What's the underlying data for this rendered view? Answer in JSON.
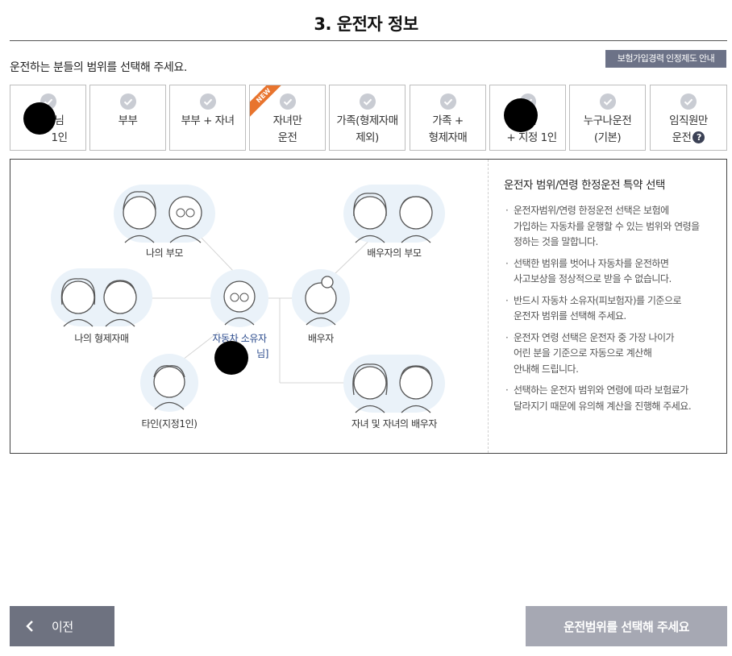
{
  "header": {
    "title": "3. 운전자 정보"
  },
  "instruction": "운전하는 분들의 범위를 선택해 주세요.",
  "notice_button": "보험가입경력 인정제도 안내",
  "options": [
    {
      "label": "님\n1인"
    },
    {
      "label": "부부"
    },
    {
      "label": "부부 + 자녀"
    },
    {
      "label": "자녀만\n운전",
      "badge": "NEW"
    },
    {
      "label": "가족(형제자매\n제외)"
    },
    {
      "label": "가족 +\n형제자매"
    },
    {
      "label": "님\n+ 지정 1인"
    },
    {
      "label": "누구나운전\n(기본)"
    },
    {
      "label": "임직원만\n운전",
      "help_icon": "?"
    }
  ],
  "diagram": {
    "nodes": {
      "my_parents": "나의 부모",
      "spouse_parents": "배우자의 부모",
      "my_siblings": "나의 형제자매",
      "owner": "자동차 소유자",
      "owner_suffix": "님]",
      "spouse": "배우자",
      "other": "타인(지정1인)",
      "children": "자녀 및 자녀의 배우자"
    }
  },
  "info": {
    "title": "운전자 범위/연령 한정운전 특약 선택",
    "items": [
      "운전자범위/연령 한정운전 선택은 보험에\n가입하는 자동차를 운행할 수 있는 범위와 연령을\n정하는 것을 말합니다.",
      "선택한 범위를 벗어나 자동차를 운전하면\n사고보상을 정상적으로 받을 수 없습니다.",
      "반드시 자동차 소유자(피보험자)를 기준으로\n운전자 범위를 선택해 주세요.",
      "운전자 연령 선택은 운전자 중 가장 나이가\n어린 분을 기준으로 자동으로 계산해\n안내해 드립니다.",
      "선택하는 운전자 범위와 연령에 따라 보험료가\n달라지기 때문에 유의해 계산을 진행해 주세요."
    ]
  },
  "footer": {
    "prev_label": "이전",
    "next_label": "운전범위를 선택해 주세요"
  },
  "colors": {
    "accent_badge": "#e8742e",
    "notice_bg": "#6c7287",
    "prev_bg": "#6e7280",
    "next_bg": "#a6a8b3",
    "check_circle": "#c9ccd3",
    "avatar_bg": "#eaf2f9"
  }
}
